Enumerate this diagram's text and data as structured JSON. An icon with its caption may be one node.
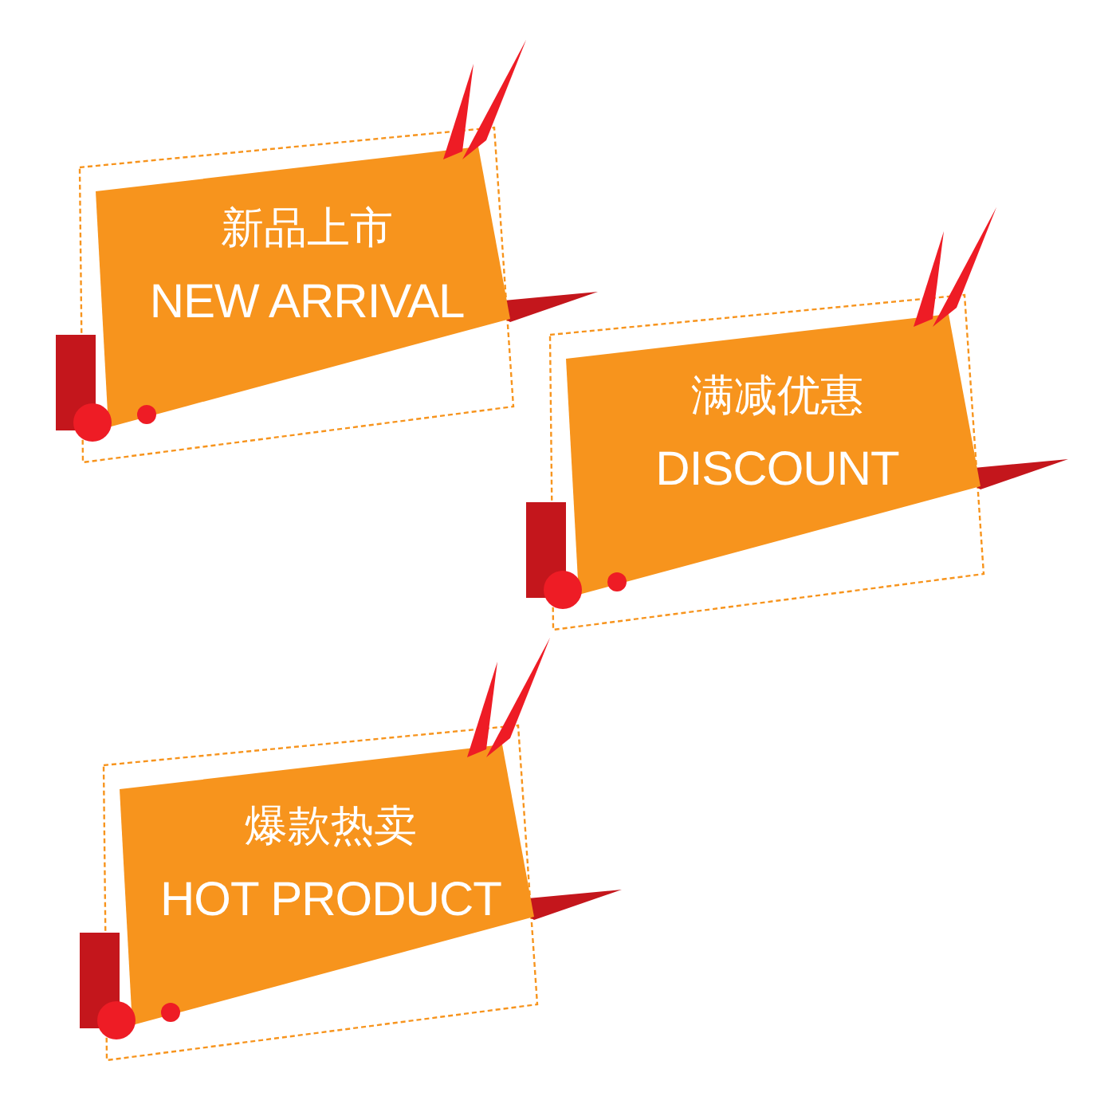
{
  "diagram": {
    "nodes": [
      {
        "text": [
          "新品上市",
          "NEW ARRIVAL"
        ]
      },
      {
        "text": [
          "满减优惠",
          "DISCOUNT"
        ]
      },
      {
        "text": [
          "爆款热卖",
          "HOT PRODUCT"
        ]
      }
    ]
  }
}
